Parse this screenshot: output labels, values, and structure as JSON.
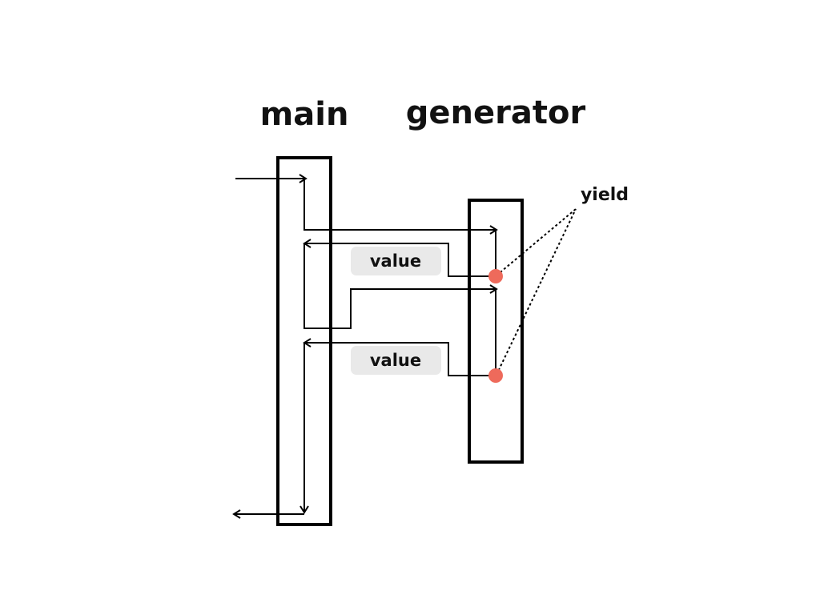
{
  "labels": {
    "main_title": "main",
    "generator_title": "generator",
    "yield_label": "yield",
    "value_labels": [
      "value",
      "value"
    ]
  },
  "colors": {
    "yield_point": "#ee6a5b",
    "value_pill": "#e9e9e9",
    "stroke": "#000000"
  }
}
